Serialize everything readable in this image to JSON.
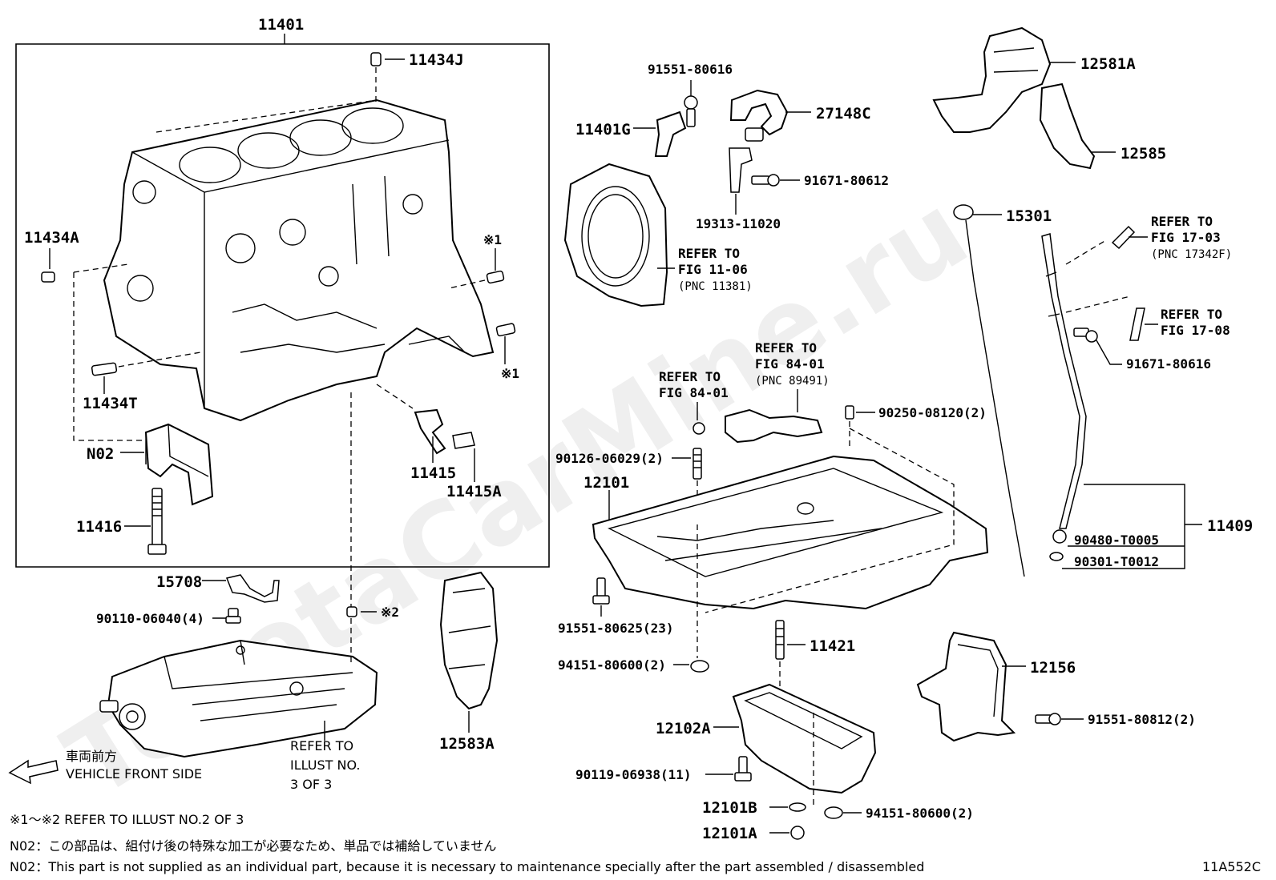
{
  "watermark": "ToyotaCarMine.ru",
  "figure_code": "11A552C",
  "part_labels": {
    "p11401": "11401",
    "p11434J": "11434J",
    "p11434A": "11434A",
    "p11434T": "11434T",
    "pN02": "N02",
    "p11416": "11416",
    "p11415": "11415",
    "p11415A": "11415A",
    "mark1_top": "※1",
    "mark1_bot": "※1",
    "mark2": "※2",
    "p15708": "15708",
    "p90110": "90110-06040(4)",
    "p12583A": "12583A",
    "p91551_80616": "91551-80616",
    "p11401G": "11401G",
    "p27148C": "27148C",
    "p91671_80612": "91671-80612",
    "p19313": "19313-11020",
    "p12581A": "12581A",
    "p12585": "12585",
    "p15301": "15301",
    "p91671_80616": "91671-80616",
    "p90250": "90250-08120(2)",
    "p90126": "90126-06029(2)",
    "p12101": "12101",
    "p91551_80625": "91551-80625(23)",
    "p94151_a": "94151-80600(2)",
    "p11421": "11421",
    "p12102A": "12102A",
    "p90119": "90119-06938(11)",
    "p12101B": "12101B",
    "p12101A": "12101A",
    "p94151_b": "94151-80600(2)",
    "p12156": "12156",
    "p91551_80812": "91551-80812(2)",
    "p11409": "11409",
    "p90480": "90480-T0005",
    "p90301": "90301-T0012"
  },
  "references": {
    "fig11_06": [
      "REFER TO",
      "FIG 11-06",
      "(PNC 11381)"
    ],
    "fig84_01a": [
      "REFER TO",
      "FIG 84-01"
    ],
    "fig84_01b": [
      "REFER TO",
      "FIG 84-01",
      "(PNC 89491)"
    ],
    "fig17_03": [
      "REFER TO",
      "FIG 17-03",
      "(PNC 17342F)"
    ],
    "fig17_08": [
      "REFER TO",
      "FIG 17-08"
    ],
    "illust3": [
      "REFER TO",
      "ILLUST NO.",
      "3 OF 3"
    ]
  },
  "vehicle_front": {
    "jp": "車両前方",
    "en": "VEHICLE FRONT SIDE"
  },
  "notes": {
    "marks_ref": "※1～※2 REFER TO ILLUST NO.2 OF 3",
    "n02_jp": "N02：この部品は、組付け後の特殊な加工が必要なため、単品では補給していません",
    "n02_en": "N02：This part is not supplied as an individual part, because it is necessary to maintenance specially after the part assembled / disassembled"
  }
}
